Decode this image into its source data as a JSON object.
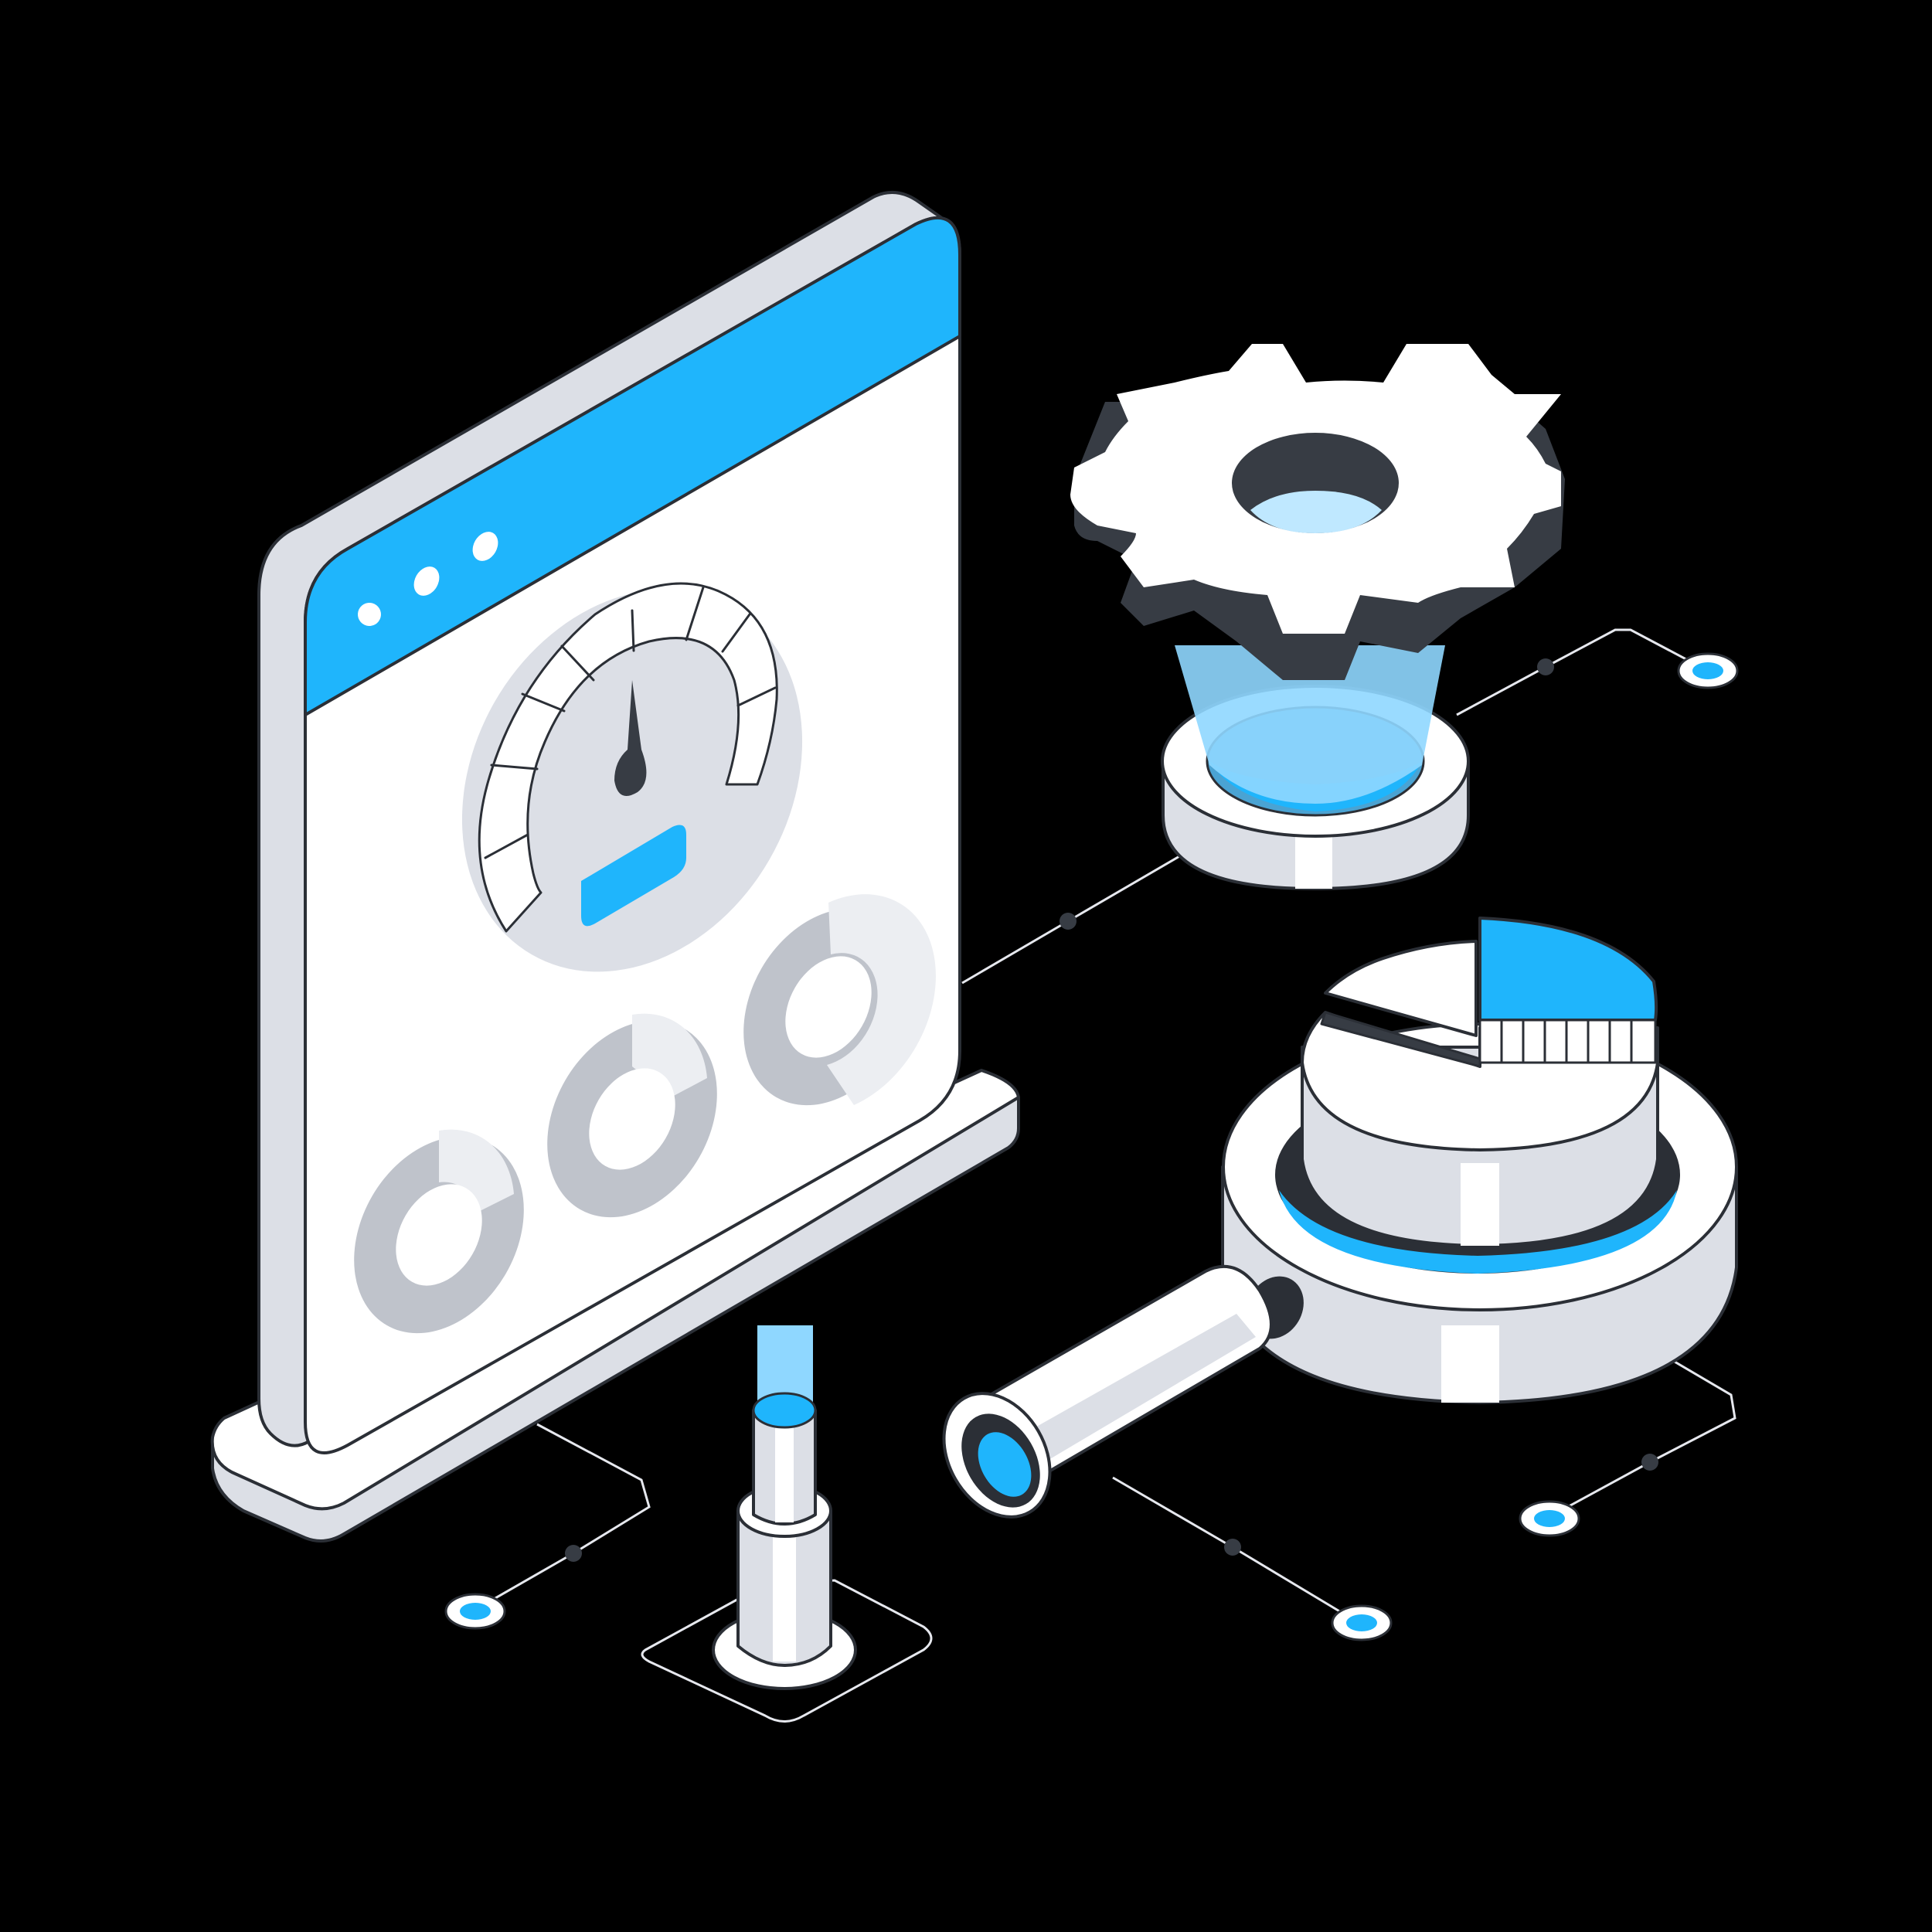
{
  "colors": {
    "background": "#000000",
    "accent_blue": "#1fb5fc",
    "light_blue": "#bfe8ff",
    "white": "#ffffff",
    "light_gray": "#dcdfe6",
    "mid_gray": "#bfc3cb",
    "dark": "#373c44",
    "outline": "#2b2f36"
  },
  "elements": {
    "dashboard": {
      "window_dots": 3,
      "speedometer_ticks": 9,
      "donut_charts": 3
    },
    "gear": {
      "teeth": 8
    },
    "pie_chart": {
      "highlighted_slice_fraction": 0.25
    },
    "connection_nodes": 5
  }
}
